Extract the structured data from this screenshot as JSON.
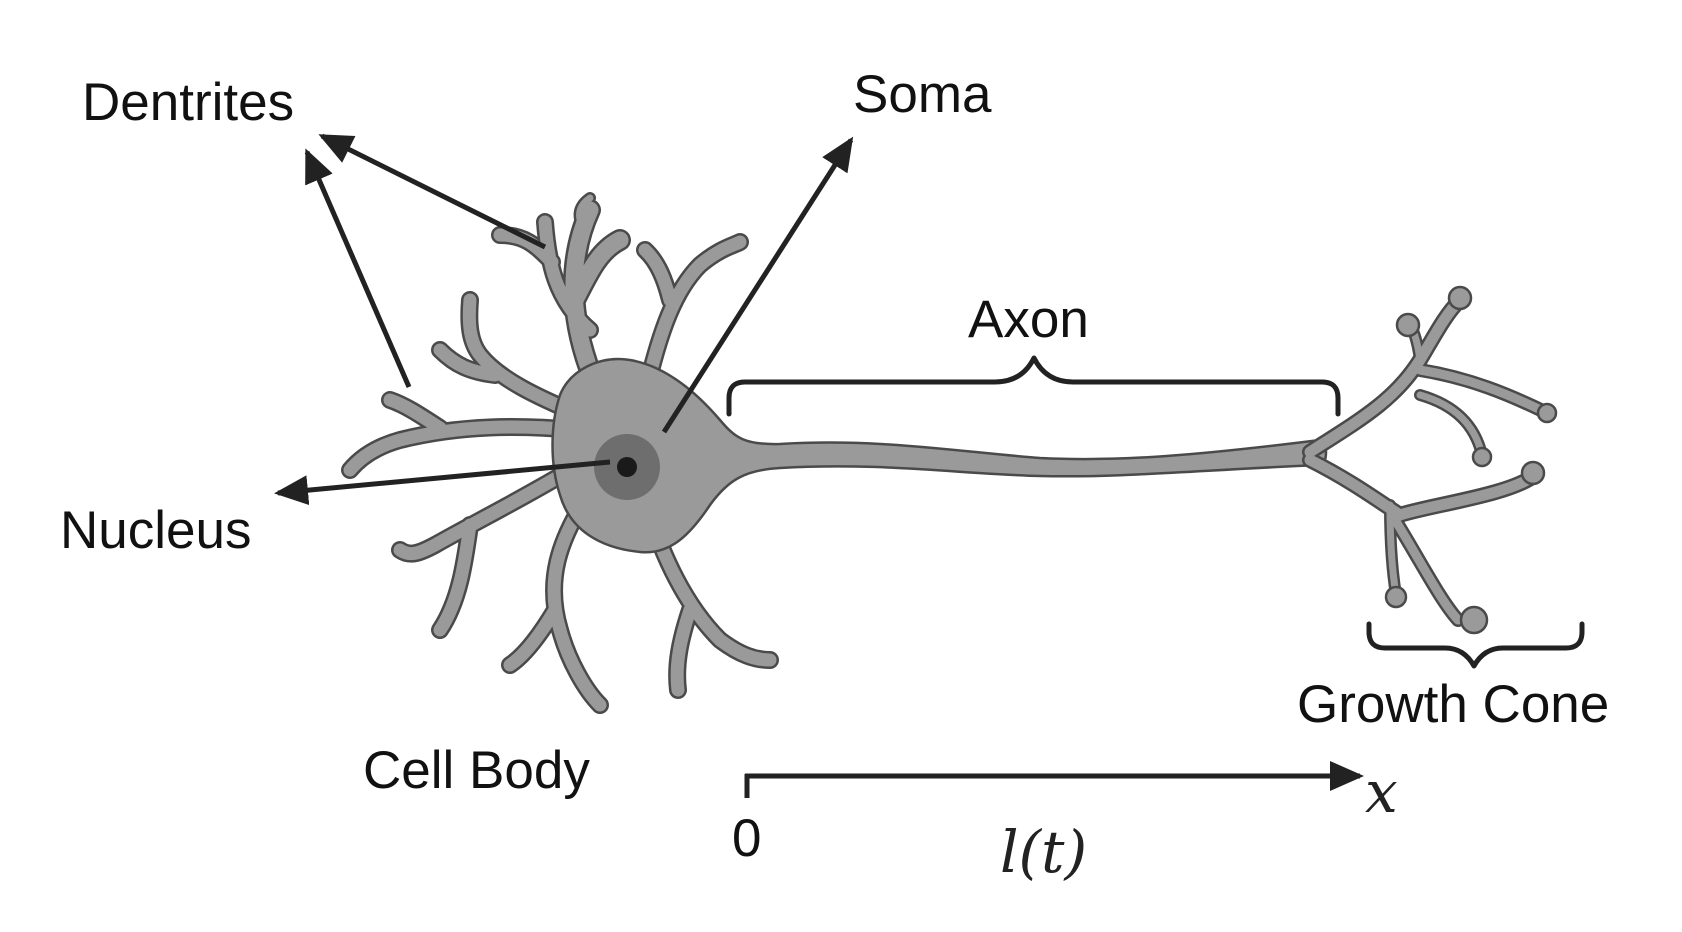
{
  "labels": {
    "dentrites": "Dentrites",
    "soma": "Soma",
    "axon": "Axon",
    "nucleus": "Nucleus",
    "cell_body": "Cell Body",
    "growth_cone": "Growth Cone"
  },
  "axis": {
    "origin": "0",
    "length": "l(t)",
    "variable": "x"
  },
  "colors": {
    "neuron_fill": "#9a9a9a",
    "neuron_outline": "#4a4a4a",
    "nucleus_fill": "#6e6e6e",
    "nucleolus_fill": "#1a1a1a",
    "ink": "#222222"
  }
}
